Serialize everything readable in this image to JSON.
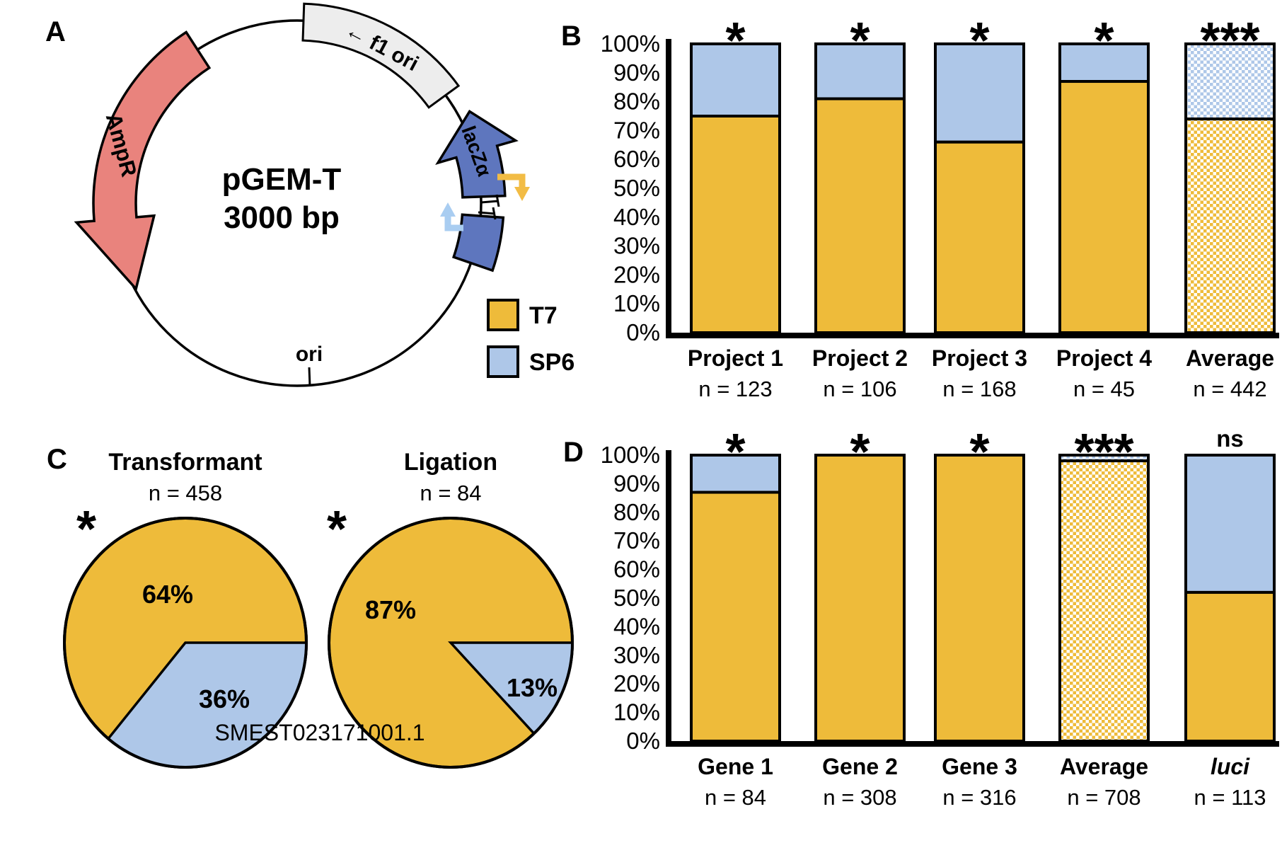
{
  "panel_a": {
    "label": "A",
    "plasmid_name": "pGEM-T",
    "plasmid_size": "3000 bp",
    "ampr_label": "AmpR",
    "f1_ori_label": "← f1 ori",
    "lacz_label": "lacZα",
    "ori_label": "ori",
    "legend": {
      "t7": "T7",
      "sp6": "SP6"
    }
  },
  "panel_b": {
    "label": "B"
  },
  "panel_c": {
    "label": "C",
    "caption": "SMEST023171001.1"
  },
  "panel_d": {
    "label": "D"
  },
  "colors": {
    "t7": "#EEBB3A",
    "sp6": "#AEC7E8",
    "ampr_salmon": "#E9837D",
    "feature_blue": "#5E76BE",
    "f1_ori_gray": "#EDEDED",
    "t7_arrow": "#F2BC45",
    "sp6_arrow": "#A9CDF1",
    "outline": "#000000"
  },
  "chart_data": [
    {
      "id": "B",
      "type": "bar",
      "subtype": "100%-stacked-column",
      "categories": [
        "Project 1",
        "Project 2",
        "Project 3",
        "Project 4",
        "Average"
      ],
      "n_labels": [
        "n = 123",
        "n = 106",
        "n = 168",
        "n = 45",
        "n = 442"
      ],
      "series": [
        {
          "name": "T7",
          "values": [
            75,
            81,
            66,
            87,
            74
          ]
        },
        {
          "name": "SP6",
          "values": [
            25,
            19,
            34,
            13,
            26
          ]
        }
      ],
      "significance": [
        "*",
        "*",
        "*",
        "*",
        "***"
      ],
      "checkered": [
        false,
        false,
        false,
        false,
        true
      ],
      "y_ticks": [
        "100%",
        "90%",
        "80%",
        "70%",
        "60%",
        "50%",
        "40%",
        "30%",
        "20%",
        "10%",
        "0%"
      ],
      "ylim": [
        0,
        100
      ],
      "grid": false,
      "legend": [
        "T7",
        "SP6"
      ],
      "legend_position": "left of chart, beside plasmid map"
    },
    {
      "id": "C-left",
      "type": "pie",
      "title": "Transformant",
      "n_label": "n = 458",
      "significance": "*",
      "slices": [
        {
          "label": "T7",
          "value": 64,
          "text": "64%"
        },
        {
          "label": "SP6",
          "value": 36,
          "text": "36%"
        }
      ]
    },
    {
      "id": "C-right",
      "type": "pie",
      "title": "Ligation",
      "n_label": "n = 84",
      "significance": "*",
      "slices": [
        {
          "label": "T7",
          "value": 87,
          "text": "87%"
        },
        {
          "label": "SP6",
          "value": 13,
          "text": "13%"
        }
      ]
    },
    {
      "id": "D",
      "type": "bar",
      "subtype": "100%-stacked-column",
      "categories": [
        "Gene 1",
        "Gene 2",
        "Gene 3",
        "Average",
        "luci"
      ],
      "n_labels": [
        "n = 84",
        "n = 308",
        "n = 316",
        "n = 708",
        "n = 113"
      ],
      "series": [
        {
          "name": "T7",
          "values": [
            87,
            100,
            100,
            98,
            52
          ]
        },
        {
          "name": "SP6",
          "values": [
            13,
            0,
            0,
            2,
            48
          ]
        }
      ],
      "significance": [
        "*",
        "*",
        "*",
        "***",
        "ns"
      ],
      "checkered": [
        false,
        false,
        false,
        true,
        false
      ],
      "italic_categories": [
        "luci"
      ],
      "y_ticks": [
        "100%",
        "90%",
        "80%",
        "70%",
        "60%",
        "50%",
        "40%",
        "30%",
        "20%",
        "10%",
        "0%"
      ],
      "ylim": [
        0,
        100
      ],
      "grid": false
    }
  ]
}
